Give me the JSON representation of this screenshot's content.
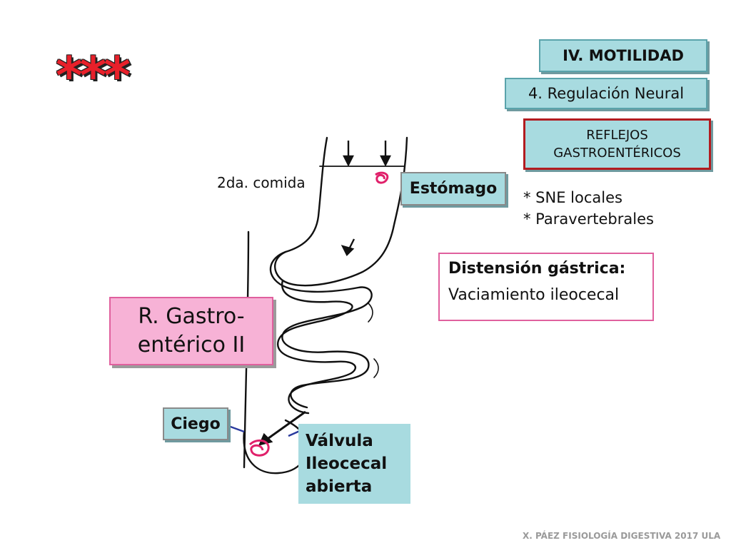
{
  "stars": "***",
  "header": {
    "section": "IV. MOTILIDAD",
    "subsection": "4. Regulación Neural",
    "topic_line1": "REFLEJOS",
    "topic_line2": "GASTROENTÉRICOS"
  },
  "reflex_types": {
    "line1": "* SNE locales",
    "line2": "* Paravertebrales"
  },
  "distension": {
    "title": "Distensión gástrica:",
    "effect": "Vaciamiento ileocecal"
  },
  "reflex_label": {
    "line1": "R. Gastro-",
    "line2": "entérico II"
  },
  "labels": {
    "meal": "2da. comida",
    "stomach": "Estómago",
    "cecum": "Ciego",
    "valve_line1": "Válvula",
    "valve_line2": "Ileocecal",
    "valve_line3": "abierta"
  },
  "footer": "X. PÁEZ   FISIOLOGÍA DIGESTIVA 2017  ULA",
  "colors": {
    "accent_red": "#e8202a",
    "teal_box": "#a8dbe0",
    "pink_box": "#f7b2d6",
    "pink_border": "#e0609e",
    "dark_red_border": "#b21c20"
  },
  "icons": {
    "food-bolus": "pink-scribble",
    "flow-arrow": "black-arrow",
    "valve-pointer": "blue-line"
  }
}
